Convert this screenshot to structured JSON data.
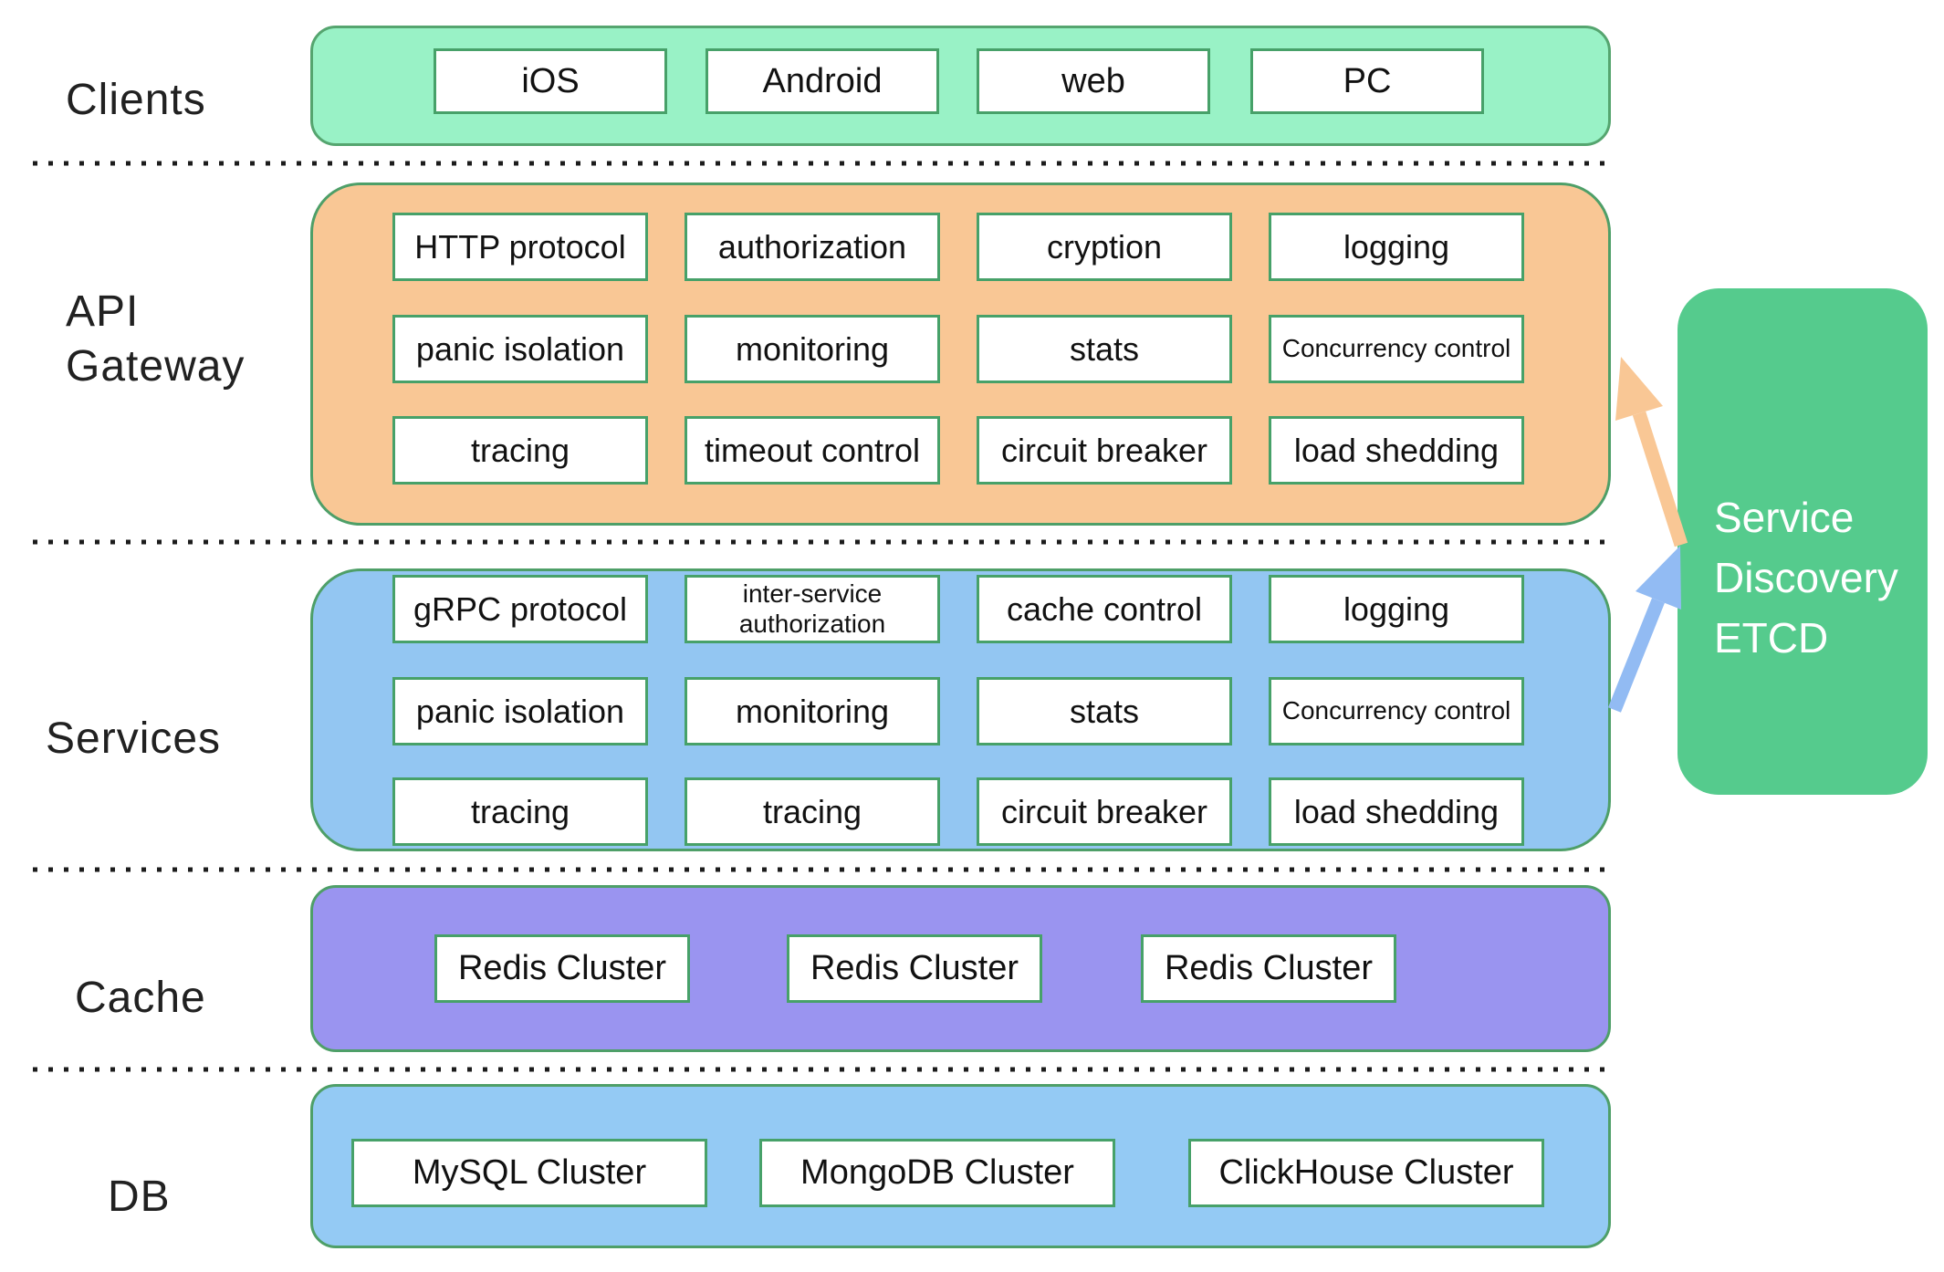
{
  "labels": {
    "clients": "Clients",
    "api_gateway_line1": "API",
    "api_gateway_line2": "Gateway",
    "services": "Services",
    "cache": "Cache",
    "db": "DB"
  },
  "clients": {
    "items": [
      "iOS",
      "Android",
      "web",
      "PC"
    ]
  },
  "api_gateway": {
    "cells": [
      "HTTP protocol",
      "authorization",
      "cryption",
      "logging",
      "panic isolation",
      "monitoring",
      "stats",
      "Concurrency control",
      "tracing",
      "timeout control",
      "circuit breaker",
      "load shedding"
    ]
  },
  "services": {
    "cells": [
      "gRPC protocol",
      "inter-service authorization",
      "cache control",
      "logging",
      "panic isolation",
      "monitoring",
      "stats",
      "Concurrency control",
      "tracing",
      "tracing",
      "circuit breaker",
      "load shedding"
    ]
  },
  "cache": {
    "items": [
      "Redis Cluster",
      "Redis Cluster",
      "Redis Cluster"
    ]
  },
  "db": {
    "items": [
      "MySQL Cluster",
      "MongoDB Cluster",
      "ClickHouse Cluster"
    ]
  },
  "service_discovery": {
    "line1": "Service",
    "line2": "Discovery",
    "line3": "ETCD"
  },
  "colors": {
    "clients_fill": "#99F2C6",
    "gateway_fill": "#F9C795",
    "services_fill": "#93C6F2",
    "cache_fill": "#9A94F0",
    "db_fill": "#94CAF4",
    "etcd_fill": "#55CB8D",
    "box_border_green": "#47A169",
    "container_border_green": "#4E9F68",
    "arrow_orange": "#F9C795",
    "arrow_blue": "#92BBF3",
    "dotted_line": "#1C1C1C"
  }
}
